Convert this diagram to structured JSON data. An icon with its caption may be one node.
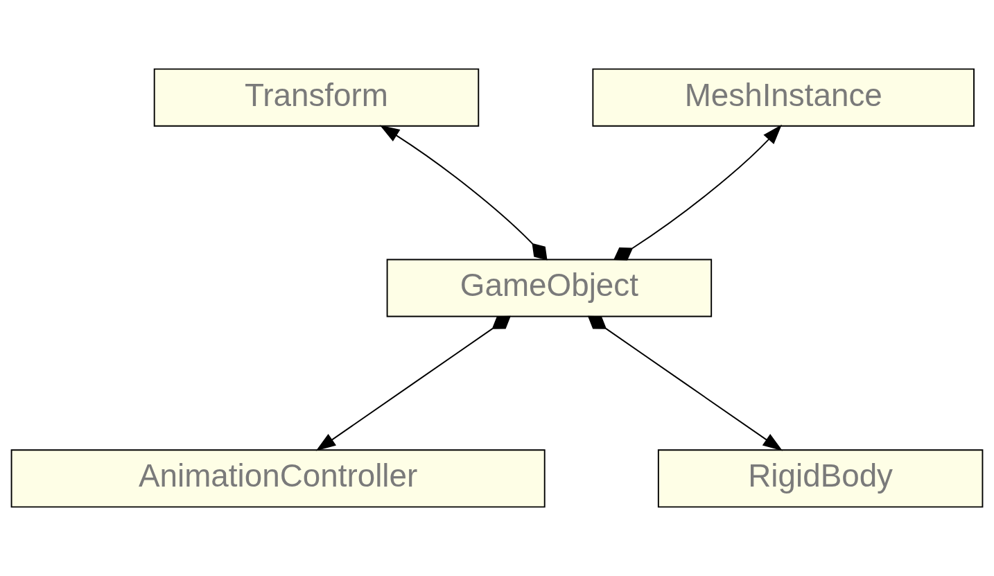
{
  "diagram": {
    "nodes": [
      {
        "text": [
          "Transform"
        ]
      },
      {
        "text": [
          "MeshInstance"
        ]
      },
      {
        "text": [
          "GameObject"
        ]
      },
      {
        "text": [
          "AnimationController"
        ]
      },
      {
        "text": [
          "RigidBody"
        ]
      }
    ],
    "edges": [
      {
        "from": 2,
        "to": 0,
        "arrow": "to"
      },
      {
        "from": 2,
        "to": 1,
        "arrow": "to"
      },
      {
        "from": 2,
        "to": 3,
        "arrow": "to"
      },
      {
        "from": 2,
        "to": 4,
        "arrow": "to"
      }
    ]
  }
}
